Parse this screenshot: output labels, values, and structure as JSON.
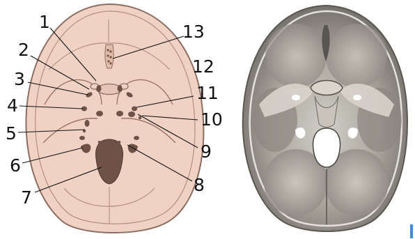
{
  "figure": {
    "labels": [
      "1",
      "2",
      "3",
      "4",
      "5",
      "6",
      "7",
      "8",
      "9",
      "10",
      "11",
      "12",
      "13"
    ]
  },
  "colors": {
    "skull_fill": "#efd2c4",
    "skull_outline": "#8c6d60",
    "foramen_dark": "#6f5247",
    "photo_bone": "#b9b5ad",
    "photo_shadow": "#4a4743",
    "scale_bar": "#3a8fd8"
  }
}
